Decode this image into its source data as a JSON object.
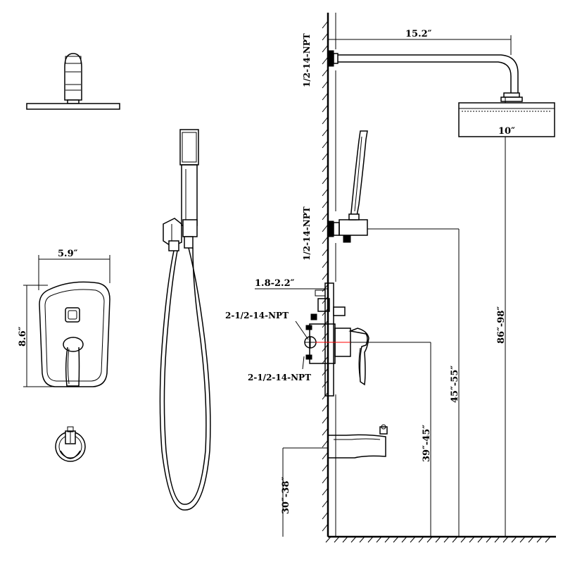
{
  "labels": {
    "arm_length": "15.2″",
    "head_width": "10″",
    "top_thread": "1/2-14-NPT",
    "mid_thread": "1/2-14-NPT",
    "wall_depth": "1.8-2.2″",
    "valve_thread_top": "2-1/2-14-NPT",
    "valve_thread_bottom": "2-1/2-14-NPT",
    "plate_width": "5.9″",
    "plate_height": "8.6″",
    "head_height": "86″-98″",
    "holder_height": "45″-55″",
    "valve_height": "39″-45″",
    "spout_height": "30″-38″"
  },
  "colors": {
    "line": "#000000",
    "valve_centerline": "#ff0000"
  }
}
